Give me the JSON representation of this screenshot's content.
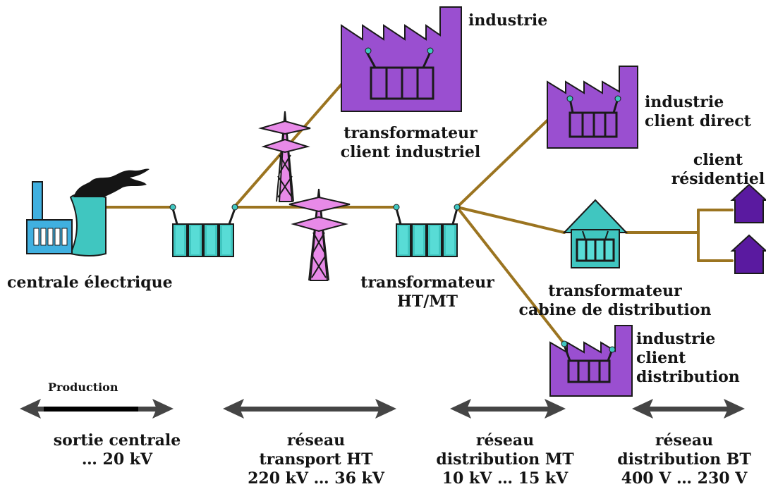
{
  "labels": {
    "industrie_top": "industrie",
    "transfo_client_1": "transformateur",
    "transfo_client_2": "client industriel",
    "industrie_direct_1": "industrie",
    "industrie_direct_2": "client direct",
    "client_res_1": "client",
    "client_res_2": "résidentiel",
    "centrale": "centrale électrique",
    "transfo_htmt_1": "transformateur",
    "transfo_htmt_2": "HT/MT",
    "cabine_1": "transformateur",
    "cabine_2": "cabine de distribution",
    "industrie_dist_1": "industrie",
    "industrie_dist_2": "client",
    "industrie_dist_3": "distribution",
    "production": "Production"
  },
  "sections": [
    {
      "line1": "sortie centrale",
      "line2": "… 20 kV",
      "line3": ""
    },
    {
      "line1": "réseau",
      "line2": "transport HT",
      "line3": "220 kV … 36 kV"
    },
    {
      "line1": "réseau",
      "line2": "distribution MT",
      "line3": "10 kV … 15 kV"
    },
    {
      "line1": "réseau",
      "line2": "distribution BT",
      "line3": "400 V … 230 V"
    }
  ],
  "colors": {
    "line": "#9b7420",
    "factory": "#9a4fd0",
    "transformer": "#40c6c0",
    "pylon": "#e88ae8",
    "house": "#5a1aa0",
    "arrow": "#454545"
  }
}
